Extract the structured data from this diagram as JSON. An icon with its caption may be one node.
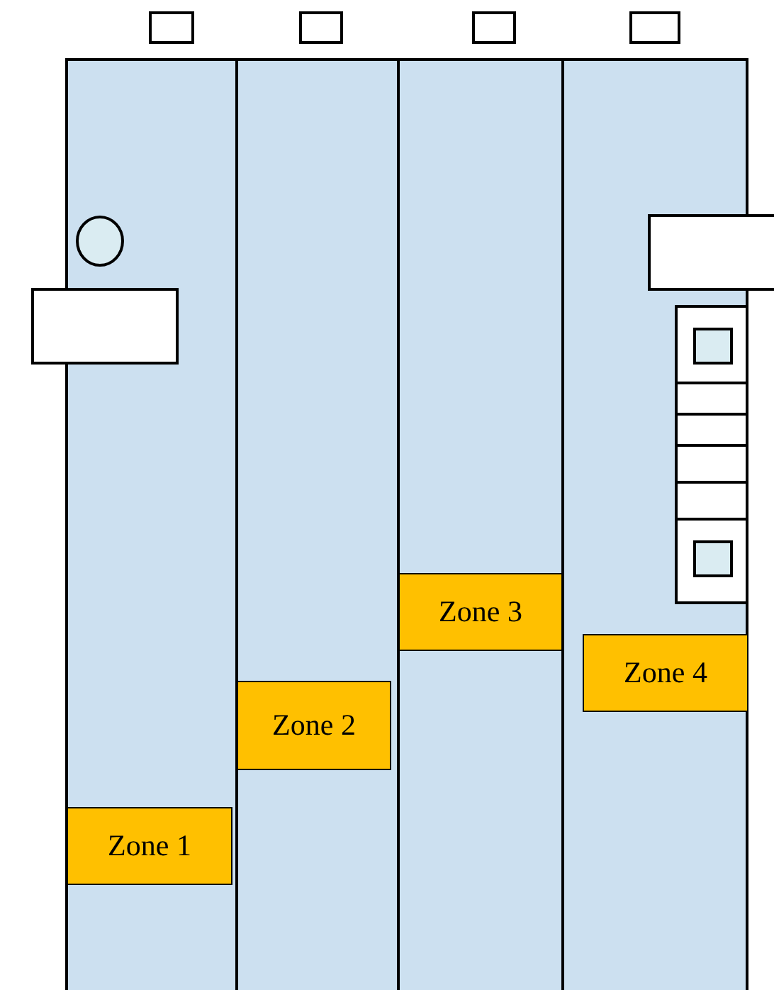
{
  "diagram": {
    "nodes": [
      {
        "text": [
          "Zone 1"
        ]
      },
      {
        "text": [
          "Zone 2"
        ]
      },
      {
        "text": [
          "Zone 3"
        ]
      },
      {
        "text": [
          "Zone 4"
        ]
      }
    ]
  }
}
